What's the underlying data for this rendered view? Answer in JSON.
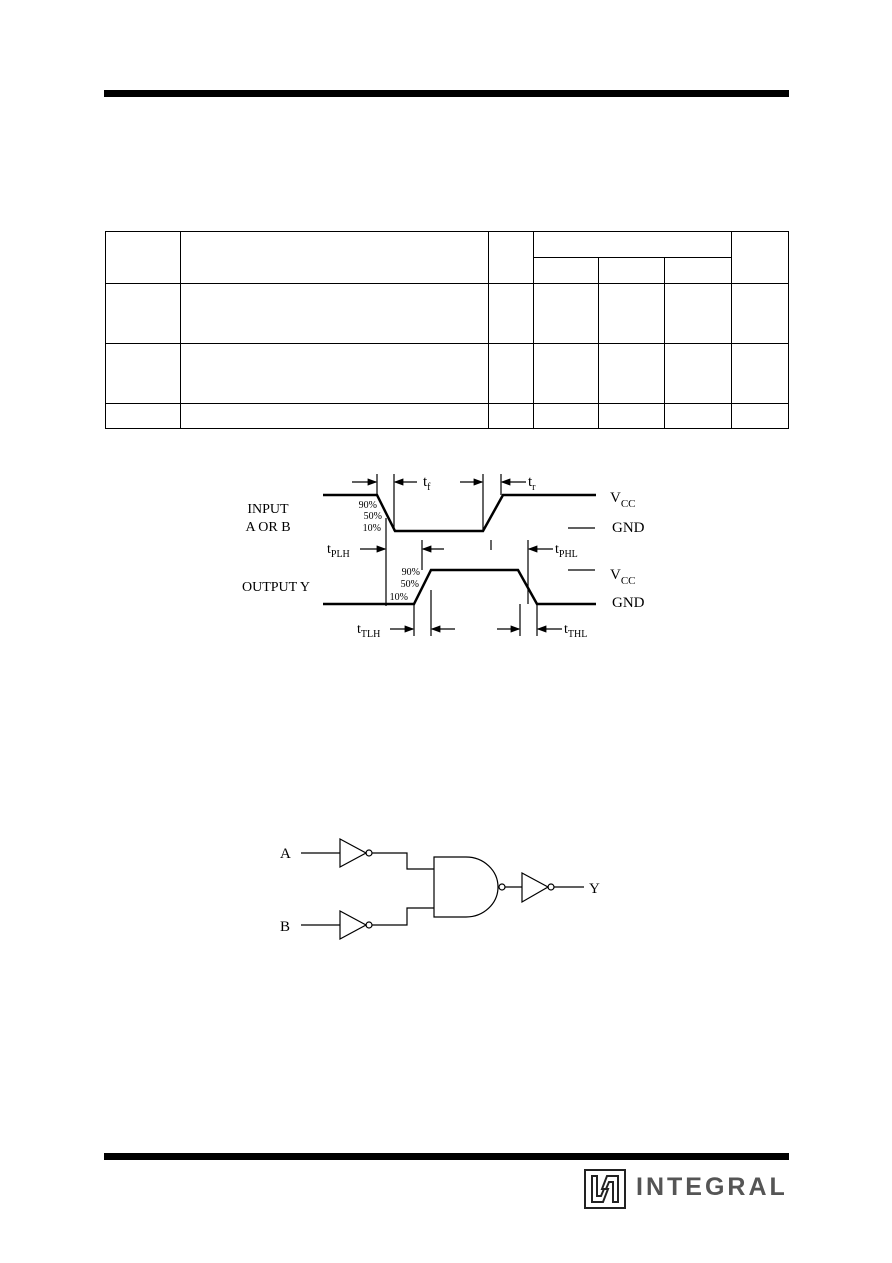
{
  "waveform": {
    "input_label_line1": "INPUT",
    "input_label_line2": "A OR B",
    "output_label": "OUTPUT Y",
    "tf": "t",
    "tf_sub": "f",
    "tr": "t",
    "tr_sub": "r",
    "tplh": "t",
    "tplh_sub": "PLH",
    "tphl": "t",
    "tphl_sub": "PHL",
    "ttlh": "t",
    "ttlh_sub": "TLH",
    "tthl": "t",
    "tthl_sub": "THL",
    "in_pct_90": "90%",
    "in_pct_50": "50%",
    "in_pct_10": "10%",
    "out_pct_90": "90%",
    "out_pct_50": "50%",
    "out_pct_10": "10%",
    "vcc_1": "V",
    "vcc_1_sub": "CC",
    "gnd_1": "GND",
    "vcc_2": "V",
    "vcc_2_sub": "CC",
    "gnd_2": "GND"
  },
  "logic": {
    "input_a": "A",
    "input_b": "B",
    "output_y": "Y"
  },
  "footer": {
    "logo_text": "INTEGRAL"
  }
}
